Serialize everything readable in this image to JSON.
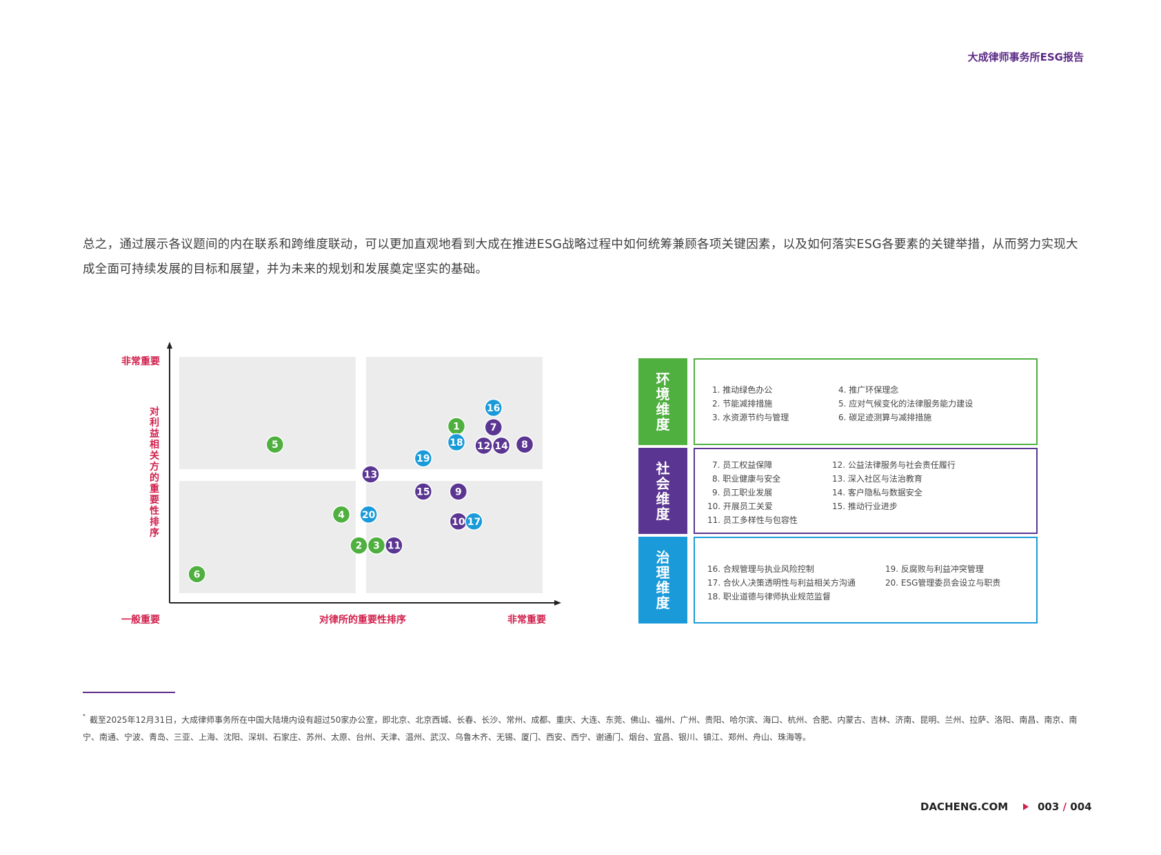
{
  "header": {
    "title": "大成律师事务所ESG报告"
  },
  "intro": "总之，通过展示各议题间的内在联系和跨维度联动，可以更加直观地看到大成在推进ESG战略过程中如何统筹兼顾各项关键因素，以及如何落实ESG各要素的关键举措，从而努力实现大成全面可持续发展的目标和展望，并为未来的规划和发展奠定坚实的基础。",
  "chart_data": {
    "type": "scatter",
    "xlabel": "对律所的重要性排序",
    "ylabel": "对利益相关方的重要性排序",
    "x_low_label": "一般重要",
    "x_high_label": "非常重要",
    "y_high_label": "非常重要",
    "xlim": [
      0,
      100
    ],
    "ylim": [
      0,
      100
    ],
    "quadrants": "2x2",
    "colors": {
      "environment": "#4faf3f",
      "social": "#5a3591",
      "governance": "#1a9ad9",
      "label_red": "#d11f4b"
    },
    "points": [
      {
        "label": "1",
        "dimension": "environment",
        "x": 73.5,
        "y": 71
      },
      {
        "label": "2",
        "dimension": "environment",
        "x": 48.5,
        "y": 19
      },
      {
        "label": "3",
        "dimension": "environment",
        "x": 53,
        "y": 19
      },
      {
        "label": "4",
        "dimension": "environment",
        "x": 44,
        "y": 32.5
      },
      {
        "label": "5",
        "dimension": "environment",
        "x": 27,
        "y": 63
      },
      {
        "label": "6",
        "dimension": "environment",
        "x": 7,
        "y": 6.5
      },
      {
        "label": "7",
        "dimension": "social",
        "x": 83,
        "y": 70.5
      },
      {
        "label": "8",
        "dimension": "social",
        "x": 91,
        "y": 63
      },
      {
        "label": "9",
        "dimension": "social",
        "x": 74,
        "y": 42.5
      },
      {
        "label": "10",
        "dimension": "social",
        "x": 74,
        "y": 29.5
      },
      {
        "label": "11",
        "dimension": "social",
        "x": 57.5,
        "y": 19
      },
      {
        "label": "12",
        "dimension": "social",
        "x": 80.5,
        "y": 62.5
      },
      {
        "label": "13",
        "dimension": "social",
        "x": 51.5,
        "y": 50
      },
      {
        "label": "14",
        "dimension": "social",
        "x": 85,
        "y": 62.5
      },
      {
        "label": "15",
        "dimension": "social",
        "x": 65,
        "y": 42.5
      },
      {
        "label": "16",
        "dimension": "governance",
        "x": 83,
        "y": 79
      },
      {
        "label": "17",
        "dimension": "governance",
        "x": 78,
        "y": 29.5
      },
      {
        "label": "18",
        "dimension": "governance",
        "x": 73.5,
        "y": 64
      },
      {
        "label": "19",
        "dimension": "governance",
        "x": 65,
        "y": 57
      },
      {
        "label": "20",
        "dimension": "governance",
        "x": 51,
        "y": 32.5
      }
    ]
  },
  "legend": {
    "environment": {
      "title": "环境维度",
      "items": [
        "1. 推动绿色办公",
        "2. 节能减排措施",
        "3. 水资源节约与管理",
        "4. 推广环保理念",
        "5. 应对气候变化的法律服务能力建设",
        "6. 碳足迹测算与减排措施"
      ]
    },
    "social": {
      "title": "社会维度",
      "items": [
        "7. 员工权益保障",
        "8. 职业健康与安全",
        "9. 员工职业发展",
        "10. 开展员工关爱",
        "11. 员工多样性与包容性",
        "12. 公益法律服务与社会责任履行",
        "13. 深入社区与法治教育",
        "14. 客户隐私与数据安全",
        "15. 推动行业进步"
      ]
    },
    "governance": {
      "title": "治理维度",
      "items": [
        "16. 合规管理与执业风险控制",
        "17. 合伙人决策透明性与利益相关方沟通",
        "18. 职业道德与律师执业规范监督",
        "19. 反腐败与利益冲突管理",
        "20. ESG管理委员会设立与职责"
      ]
    }
  },
  "footnote": "截至2025年12月31日，大成律师事务所在中国大陆境内设有超过50家办公室，即北京、北京西城、长春、长沙、常州、成都、重庆、大连、东莞、佛山、福州、广州、贵阳、哈尔滨、海口、杭州、合肥、内蒙古、吉林、济南、昆明、兰州、拉萨、洛阳、南昌、南京、南宁、南通、宁波、青岛、三亚、上海、沈阳、深圳、石家庄、苏州、太原、台州、天津、温州、武汉、乌鲁木齐、无锡、厦门、西安、西宁、谢通门、烟台、宜昌、银川、镇江、郑州、舟山、珠海等。",
  "footnote_mark": "*",
  "footer": {
    "site": "DACHENG.COM",
    "page": "003",
    "total": "004",
    "sep": "/"
  }
}
